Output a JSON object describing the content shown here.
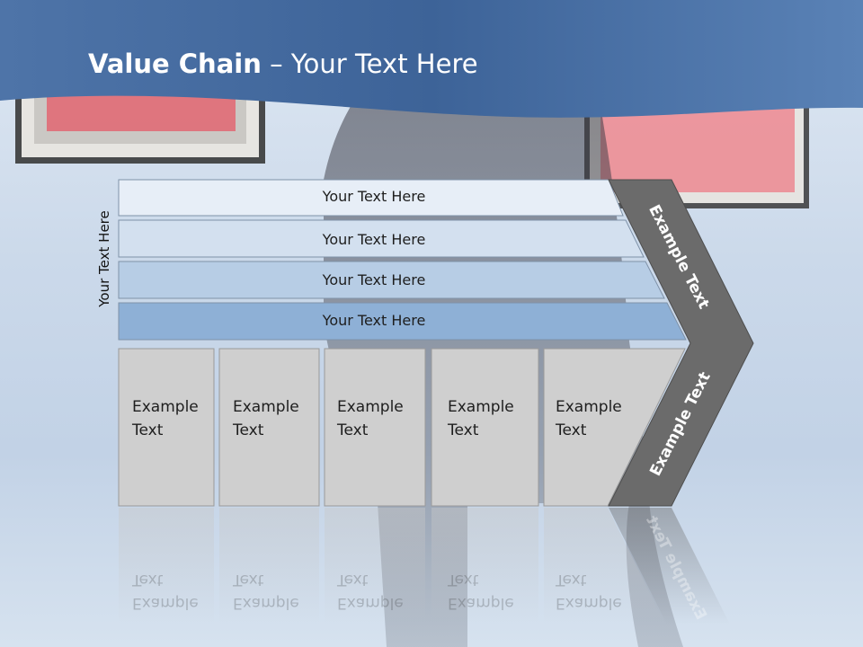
{
  "title": {
    "bold": "Value Chain",
    "rest": " – Your Text Here"
  },
  "side_label": "Your Text Here",
  "rows": [
    {
      "label": "Your Text Here"
    },
    {
      "label": "Your Text Here"
    },
    {
      "label": "Your Text Here"
    },
    {
      "label": "Your Text Here"
    }
  ],
  "cells": [
    {
      "line1": "Example",
      "line2": "Text"
    },
    {
      "line1": "Example",
      "line2": "Text"
    },
    {
      "line1": "Example",
      "line2": "Text"
    },
    {
      "line1": "Example",
      "line2": "Text"
    },
    {
      "line1": "Example",
      "line2": "Text"
    }
  ],
  "arrow": {
    "upper_label": "Example Text",
    "lower_label": "Example Text"
  },
  "colors": {
    "header": "#3e6499",
    "row_fills": [
      "#e7eef7",
      "#d3e0ef",
      "#b7cde5",
      "#8eb0d6"
    ],
    "cell_fill": "#cfcfcf",
    "arrow_fill": "#6b6b6b"
  }
}
